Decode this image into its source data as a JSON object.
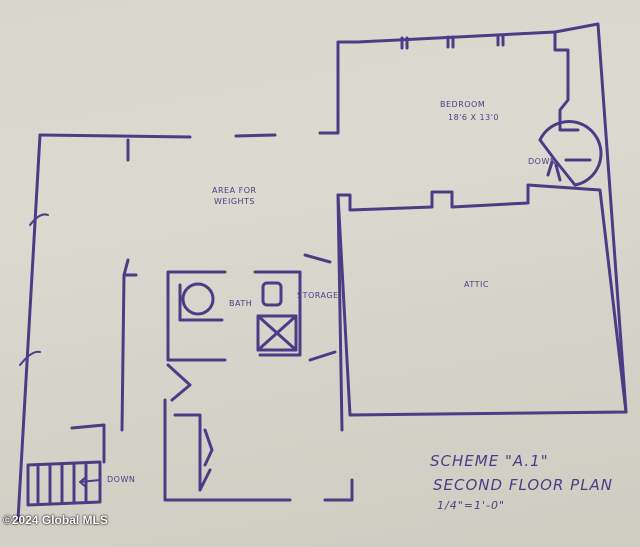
{
  "rooms": {
    "bedroom": {
      "name": "Bedroom",
      "dimensions": "18'6 x 13'0"
    },
    "area_weights": {
      "line1": "Area for",
      "line2": "Weights"
    },
    "bath": "Bath",
    "storage": "Storage",
    "attic": "Attic"
  },
  "stairs": {
    "upper_down": "Down",
    "lower_down": "Down"
  },
  "title_block": {
    "line1": "Scheme \"A.1\"",
    "line2": "Second Floor Plan",
    "scale": "1/4\"=1'-0\""
  },
  "watermark": "©2024 Global MLS",
  "colors": {
    "ink": "#4a3d86",
    "paper": "#d9d7cd"
  }
}
